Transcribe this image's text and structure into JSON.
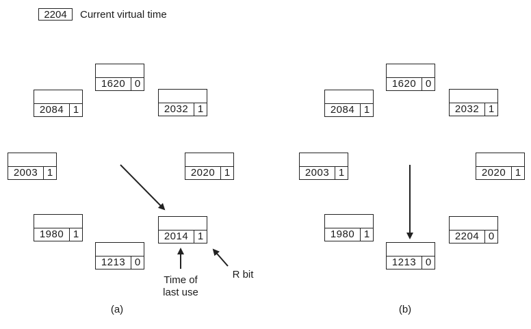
{
  "legend": {
    "value": "2204",
    "text": "Current virtual time"
  },
  "panels": [
    {
      "caption": "(a)",
      "frames": [
        {
          "time": "1620",
          "rbit": "0"
        },
        {
          "time": "2032",
          "rbit": "1"
        },
        {
          "time": "2020",
          "rbit": "1"
        },
        {
          "time": "2014",
          "rbit": "1"
        },
        {
          "time": "1213",
          "rbit": "0"
        },
        {
          "time": "1980",
          "rbit": "1"
        },
        {
          "time": "2003",
          "rbit": "1"
        },
        {
          "time": "2084",
          "rbit": "1"
        }
      ],
      "annotations": {
        "time_label": "Time of\nlast use",
        "rbit_label": "R bit"
      }
    },
    {
      "caption": "(b)",
      "frames": [
        {
          "time": "1620",
          "rbit": "0"
        },
        {
          "time": "2032",
          "rbit": "1"
        },
        {
          "time": "2020",
          "rbit": "1"
        },
        {
          "time": "2204",
          "rbit": "0"
        },
        {
          "time": "1213",
          "rbit": "0"
        },
        {
          "time": "1980",
          "rbit": "1"
        },
        {
          "time": "2003",
          "rbit": "1"
        },
        {
          "time": "2084",
          "rbit": "1"
        }
      ]
    }
  ]
}
